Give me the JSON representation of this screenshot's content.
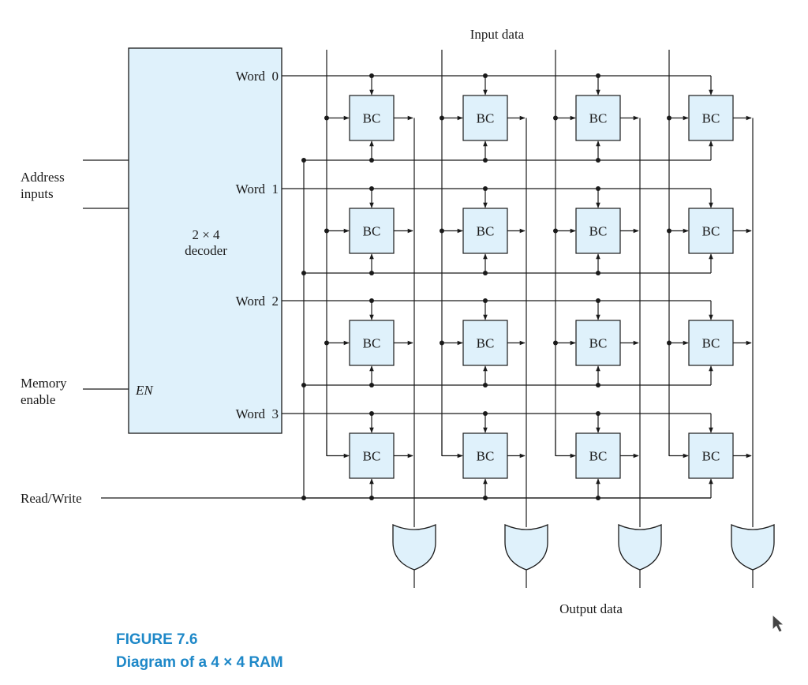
{
  "diagram": {
    "input_data_label": "Input data",
    "output_data_label": "Output data",
    "address_inputs_line1": "Address",
    "address_inputs_line2": "inputs",
    "memory_enable_line1": "Memory",
    "memory_enable_line2": "enable",
    "read_write_label": "Read/Write",
    "decoder_line1": "2 × 4",
    "decoder_line2": "decoder",
    "enable_label": "EN",
    "words": [
      "Word  0",
      "Word  1",
      "Word  2",
      "Word  3"
    ],
    "cell_label": "BC",
    "colors": {
      "fill": "#dff1fb",
      "stroke": "#1a1a1a",
      "caption": "#1e88c8"
    }
  },
  "figure": {
    "number": "FIGURE 7.6",
    "title": "Diagram of a 4 × 4 RAM"
  }
}
